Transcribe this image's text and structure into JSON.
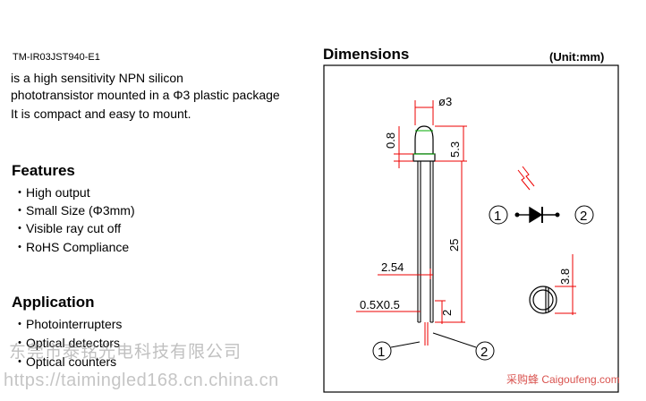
{
  "part_number": "TM-IR03JST940-E1",
  "description": [
    "is a high sensitivity NPN silicon",
    "phototransistor mounted in a Φ3 plastic package",
    "It is compact and easy to mount."
  ],
  "features": {
    "heading": "Features",
    "items": [
      "・High output",
      "・Small Size (Φ3mm)",
      "・Visible ray cut off",
      "・RoHS Compliance"
    ]
  },
  "application": {
    "heading": "Application",
    "items": [
      "・Photointerrupters",
      "・Optical detectors",
      "・Optical counters"
    ]
  },
  "dimensions": {
    "title": "Dimensions",
    "unit": "(Unit:mm)",
    "labels": {
      "dia": "ø3",
      "top": "0.8",
      "height": "5.3",
      "lead_len": "25",
      "pitch": "2.54",
      "lead_size": "0.5X0.5",
      "lead_gap": "2",
      "side_h": "3.8",
      "pin1": "1",
      "pin2": "2"
    }
  },
  "watermarks": {
    "company": "东莞市泰铭光电科技有限公司",
    "url": "https://taimingled168.cn.china.cn",
    "site": "采购蜂 Caigoufeng.com"
  }
}
